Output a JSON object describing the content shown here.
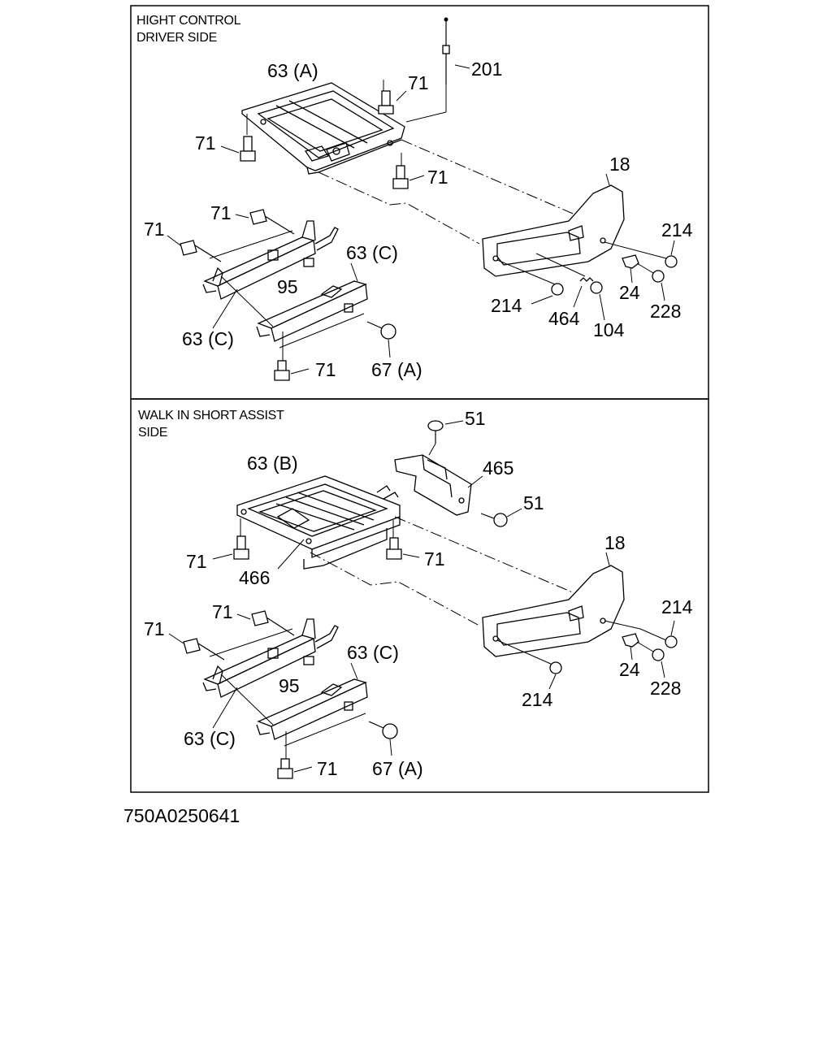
{
  "figure_id": "750A0250641",
  "panels": [
    {
      "title_lines": [
        "HIGHT CONTROL",
        "DRIVER SIDE"
      ],
      "callouts": {
        "c201": "201",
        "c63a": "63 (A)",
        "c71a": "71",
        "c71b": "71",
        "c71c": "71",
        "c18": "18",
        "c71d": "71",
        "c71e": "71",
        "c63c1": "63 (C)",
        "c214a": "214",
        "c95": "95",
        "c214b": "214",
        "c24": "24",
        "c228": "228",
        "c464": "464",
        "c104": "104",
        "c63c2": "63 (C)",
        "c71f": "71",
        "c67a": "67 (A)"
      }
    },
    {
      "title_lines": [
        "WALK IN SHORT ASSIST",
        "SIDE"
      ],
      "callouts": {
        "c51a": "51",
        "c63b": "63 (B)",
        "c465": "465",
        "c51b": "51",
        "c18": "18",
        "c71a": "71",
        "c71b": "71",
        "c466": "466",
        "c214a": "214",
        "c71c": "71",
        "c71d": "71",
        "c63c1": "63 (C)",
        "c95": "95",
        "c24": "24",
        "c228": "228",
        "c214b": "214",
        "c63c2": "63 (C)",
        "c71e": "71",
        "c67a": "67 (A)"
      }
    }
  ]
}
